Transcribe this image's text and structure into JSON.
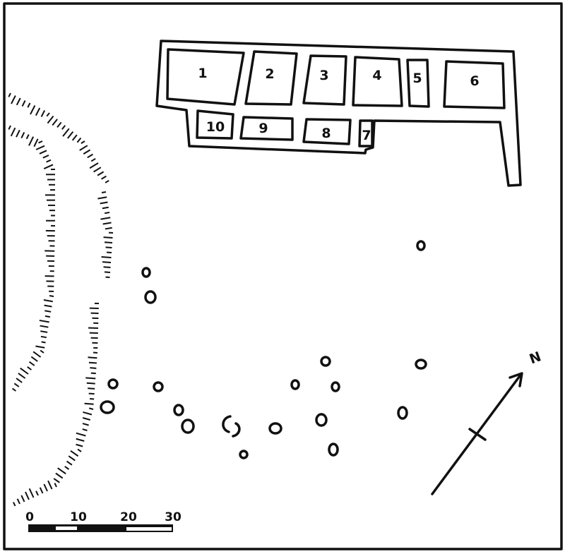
{
  "rooms": [
    {
      "label": "1"
    },
    {
      "label": "2"
    },
    {
      "label": "3"
    },
    {
      "label": "4"
    },
    {
      "label": "5"
    },
    {
      "label": "6"
    },
    {
      "label": "7"
    },
    {
      "label": "8"
    },
    {
      "label": "9"
    },
    {
      "label": "10"
    }
  ],
  "north_label": "N",
  "scale": {
    "ticks": [
      "0",
      "10",
      "20",
      "30"
    ]
  },
  "postholes_count": 18
}
